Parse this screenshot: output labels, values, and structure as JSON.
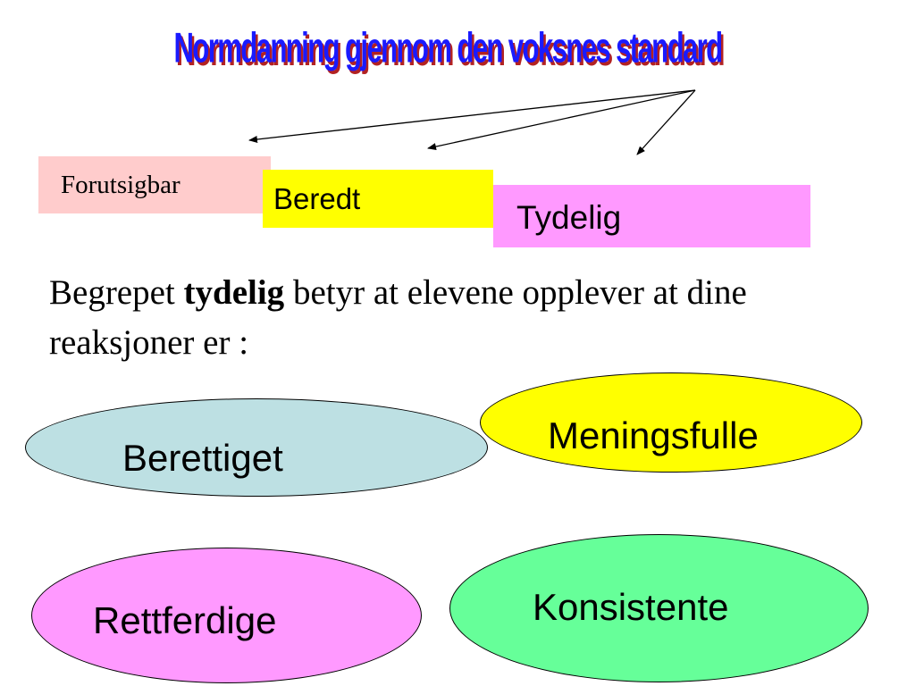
{
  "title": "Normdanning gjennom den voksnes standard",
  "boxes": {
    "forutsigbar": "Forutsigbar",
    "beredt": "Beredt",
    "tydelig": "Tydelig"
  },
  "paragraph": {
    "part1": "Begrepet ",
    "bold": "tydelig",
    "part2": " betyr at elevene opplever at dine reaksjoner er :"
  },
  "ellipses": {
    "meningsfulle": "Meningsfulle",
    "berettiget": "Berettiget",
    "rettferdige": "Rettferdige",
    "konsistente": "Konsistente"
  },
  "colors": {
    "title_text": "#1a1aff",
    "title_shadow": "#b22222",
    "forutsigbar_bg": "#ffcccc",
    "beredt_bg": "#ffff00",
    "tydelig_bg": "#ff99ff",
    "meningsfulle_bg": "#ffff00",
    "berettiget_bg": "#bde0e3",
    "rettferdige_bg": "#ff99ff",
    "konsistente_bg": "#66ff99"
  }
}
